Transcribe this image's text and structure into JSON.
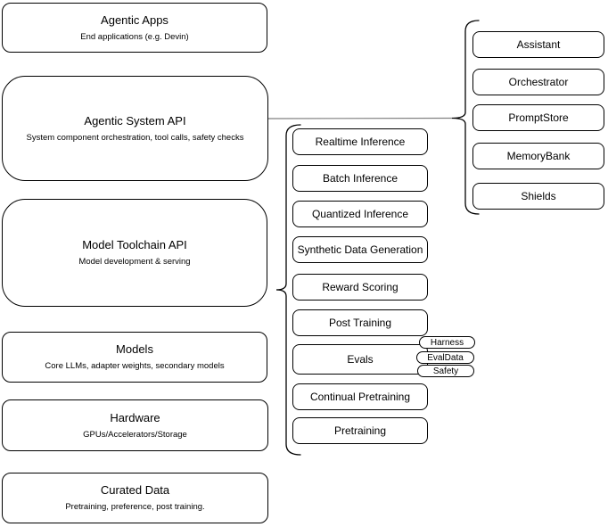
{
  "left_column": [
    {
      "title": "Agentic Apps",
      "subtitle": "End applications (e.g. Devin)"
    },
    {
      "title": "Agentic System API",
      "subtitle": "System component orchestration, tool calls, safety checks"
    },
    {
      "title": "Model Toolchain API",
      "subtitle": "Model development & serving"
    },
    {
      "title": "Models",
      "subtitle": "Core LLMs, adapter weights, secondary models"
    },
    {
      "title": "Hardware",
      "subtitle": "GPUs/Accelerators/Storage"
    },
    {
      "title": "Curated Data",
      "subtitle": "Pretraining, preference, post training."
    }
  ],
  "toolchain_items": [
    {
      "label": "Realtime Inference"
    },
    {
      "label": "Batch Inference"
    },
    {
      "label": "Quantized Inference"
    },
    {
      "label": "Synthetic Data Generation"
    },
    {
      "label": "Reward Scoring"
    },
    {
      "label": "Post Training"
    },
    {
      "label": "Evals"
    },
    {
      "label": "Continual Pretraining"
    },
    {
      "label": "Pretraining"
    }
  ],
  "evals_tags": [
    {
      "label": "Harness"
    },
    {
      "label": "EvalData"
    },
    {
      "label": "Safety"
    }
  ],
  "system_components": [
    {
      "label": "Assistant"
    },
    {
      "label": "Orchestrator"
    },
    {
      "label": "PromptStore"
    },
    {
      "label": "MemoryBank"
    },
    {
      "label": "Shields"
    }
  ],
  "colors": {
    "box_border": "#000000",
    "box_fill": "#ffffff",
    "connector": "#808080",
    "background": "#ffffff"
  }
}
